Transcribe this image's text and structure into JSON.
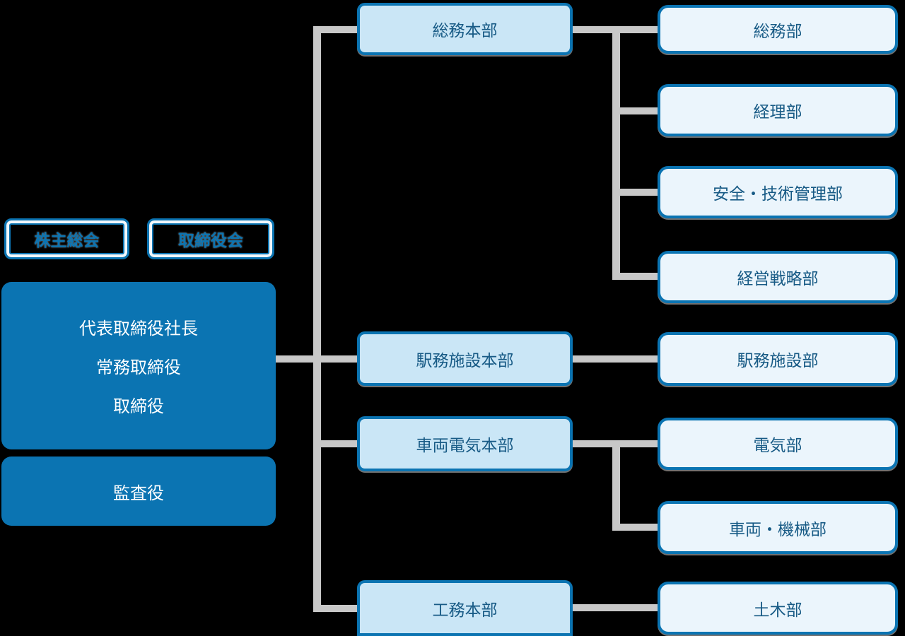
{
  "governance": {
    "shareholders": "株主総会",
    "board": "取締役会",
    "executives": [
      "代表取締役社長",
      "常務取締役",
      "取締役"
    ],
    "auditor": "監査役"
  },
  "divisions": [
    {
      "label": "総務本部",
      "departments": [
        "総務部",
        "経理部",
        "安全・技術管理部",
        "経営戦略部"
      ]
    },
    {
      "label": "駅務施設本部",
      "departments": [
        "駅務施設部"
      ]
    },
    {
      "label": "車両電気本部",
      "departments": [
        "電気部",
        "車両・機械部"
      ]
    },
    {
      "label": "工務本部",
      "departments": [
        "土木部"
      ]
    }
  ],
  "colors": {
    "primary_blue": "#0b74b2",
    "division_fill": "#cae6f6",
    "department_fill": "#ebf5fc",
    "box_text_blue": "#175a85",
    "connector_gray": "#c8c8c8",
    "background": "#000000",
    "executive_text": "#ffffff"
  }
}
